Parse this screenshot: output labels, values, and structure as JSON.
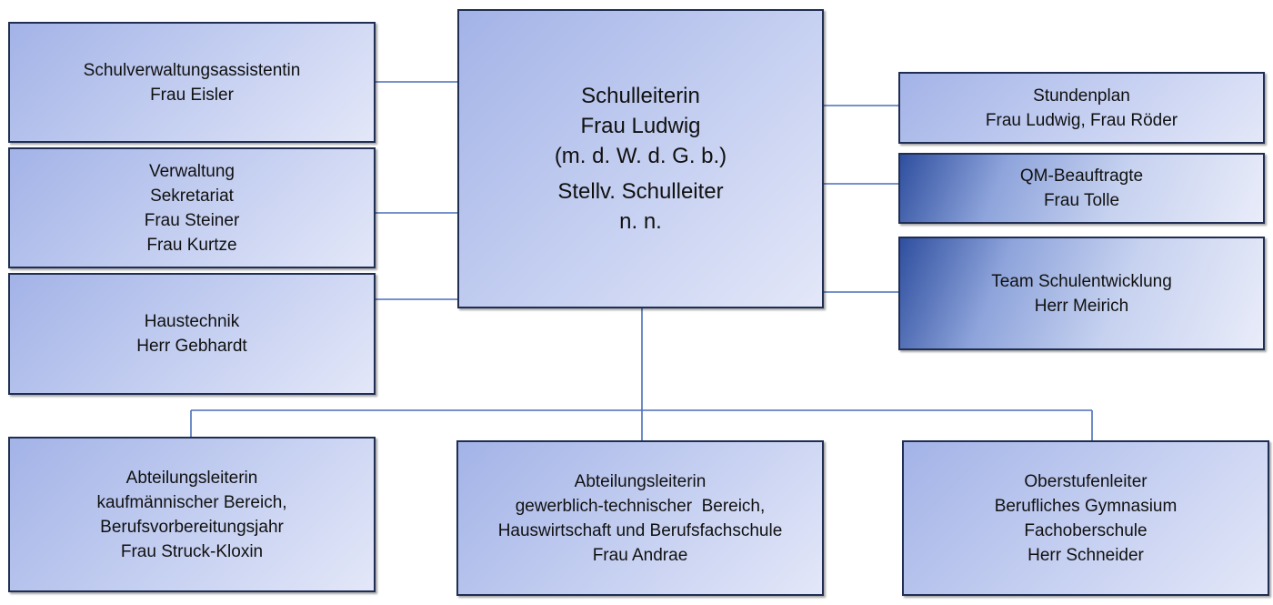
{
  "colors": {
    "connector": "#4a6fb8",
    "border": "#1f2e52",
    "fill_light": "#e3e7f8",
    "fill_mid": "#a3b3e7",
    "fill_dark_accent": "#2f4f9f"
  },
  "head": {
    "lines": [
      "Schulleiterin",
      "Frau Ludwig",
      "(m. d. W. d. G. b.)"
    ],
    "deputy_lines": [
      "Stellv. Schulleiter",
      "n. n."
    ]
  },
  "left": [
    {
      "lines": [
        "Schulverwaltungsassistentin",
        "Frau Eisler"
      ]
    },
    {
      "lines": [
        "Verwaltung",
        "Sekretariat",
        "Frau Steiner",
        "Frau Kurtze"
      ]
    },
    {
      "lines": [
        "Haustechnik",
        "Herr Gebhardt"
      ]
    }
  ],
  "right": [
    {
      "lines": [
        "Stundenplan",
        "Frau Ludwig, Frau Röder"
      ]
    },
    {
      "lines": [
        "QM-Beauftragte",
        "Frau Tolle"
      ]
    },
    {
      "lines": [
        "Team Schulentwicklung",
        "Herr Meirich"
      ]
    }
  ],
  "bottom": [
    {
      "lines": [
        "Abteilungsleiterin",
        "kaufmännischer Bereich,",
        "Berufsvorbereitungsjahr",
        "Frau Struck-Kloxin"
      ]
    },
    {
      "lines": [
        "Abteilungsleiterin",
        "gewerblich-technischer  Bereich,",
        "Hauswirtschaft und Berufsfachschule",
        "Frau Andrae"
      ]
    },
    {
      "lines": [
        "Oberstufenleiter",
        "Berufliches Gymnasium",
        "Fachoberschule",
        "Herr Schneider"
      ]
    }
  ]
}
